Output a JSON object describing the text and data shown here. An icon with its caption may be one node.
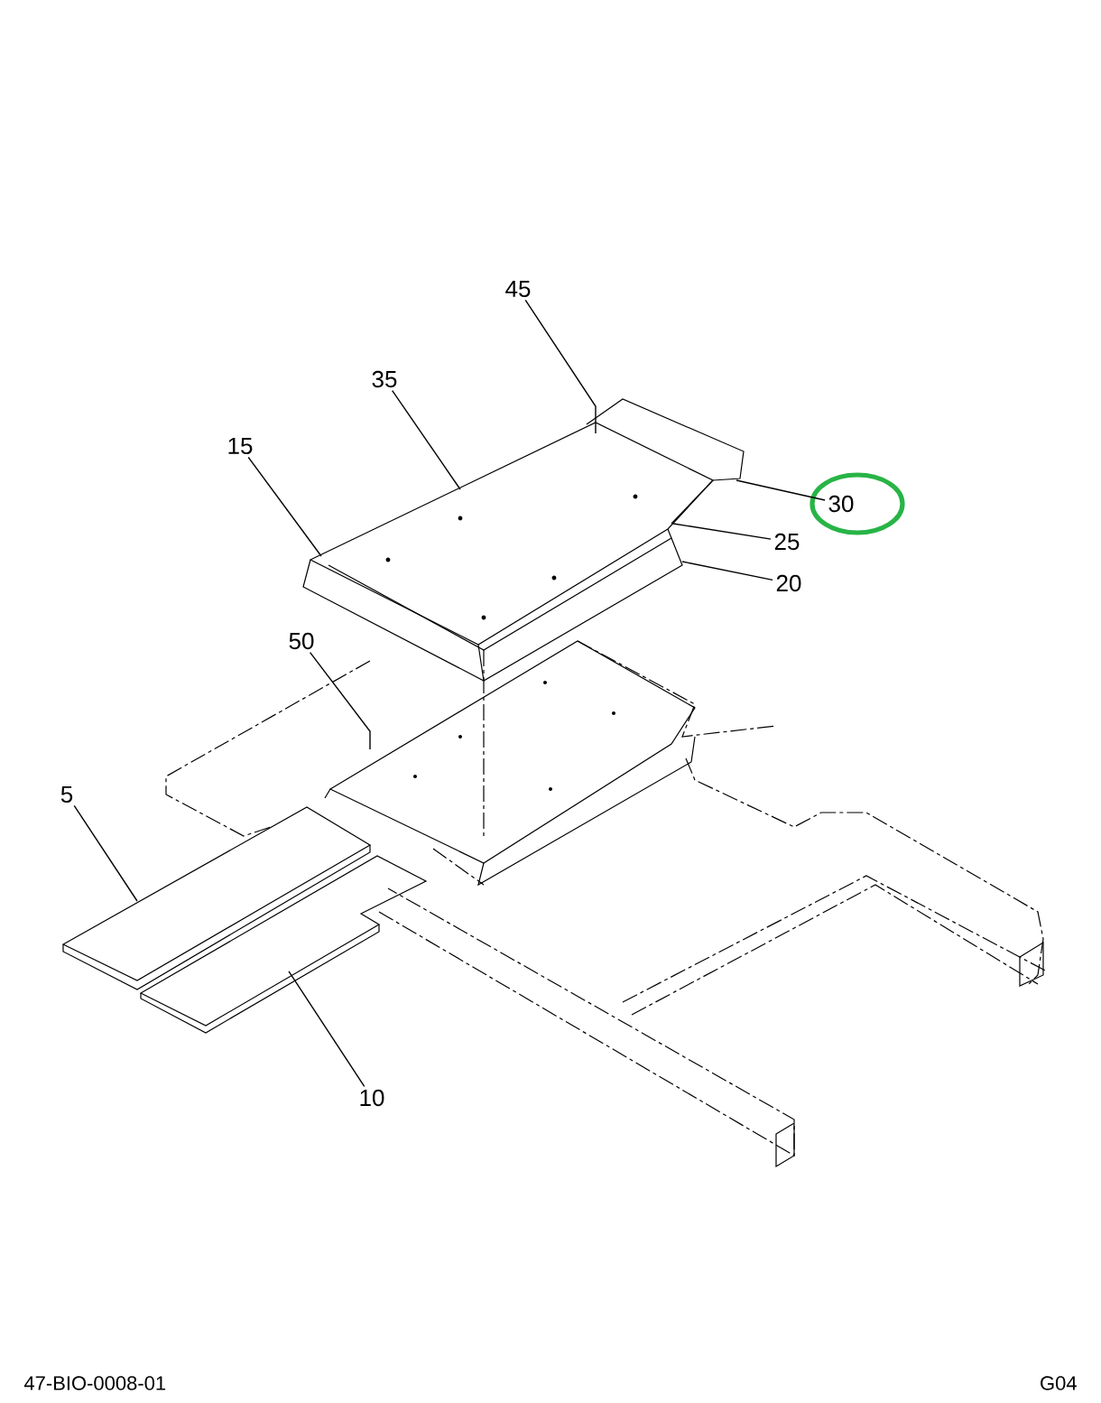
{
  "diagram": {
    "nodes": [
      {
        "text": [
          "45"
        ]
      },
      {
        "text": [
          "35"
        ]
      },
      {
        "text": [
          "15"
        ]
      },
      {
        "text": [
          "30"
        ]
      },
      {
        "text": [
          "25"
        ]
      },
      {
        "text": [
          "20"
        ]
      },
      {
        "text": [
          "50"
        ]
      },
      {
        "text": [
          "5"
        ]
      },
      {
        "text": [
          "10"
        ]
      }
    ],
    "edges": [
      {
        "from": 0,
        "to": null,
        "arrow": "none"
      },
      {
        "from": 1,
        "to": null,
        "arrow": "none"
      },
      {
        "from": 2,
        "to": null,
        "arrow": "none"
      },
      {
        "from": 3,
        "to": null,
        "arrow": "none"
      },
      {
        "from": 4,
        "to": null,
        "arrow": "none"
      },
      {
        "from": 5,
        "to": null,
        "arrow": "none"
      },
      {
        "from": 6,
        "to": null,
        "arrow": "none"
      },
      {
        "from": 7,
        "to": null,
        "arrow": "none"
      },
      {
        "from": 8,
        "to": null,
        "arrow": "none"
      }
    ],
    "labels": [
      "47-BIO-0008-01",
      "G04"
    ]
  }
}
